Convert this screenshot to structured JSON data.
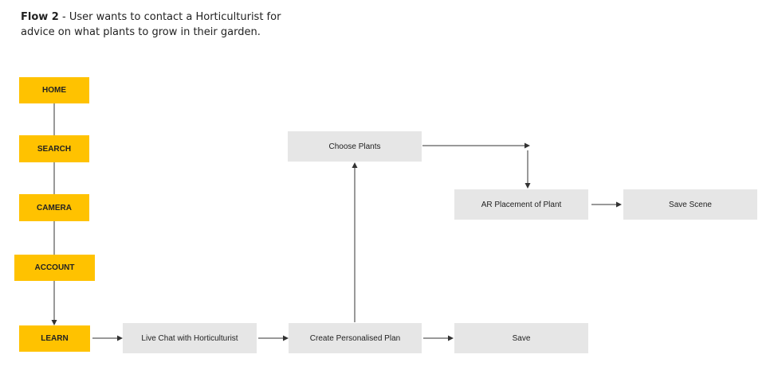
{
  "title": {
    "bold": "Flow 2",
    "rest": " - User wants to contact a Horticulturist for advice on what plants to grow in their garden."
  },
  "nav": {
    "home": "HOME",
    "search": "SEARCH",
    "camera": "CAMERA",
    "account": "ACCOUNT",
    "learn": "LEARN"
  },
  "steps": {
    "live_chat": "Live Chat with Horticulturist",
    "create_plan": "Create Personalised Plan",
    "save": "Save",
    "choose_plants": "Choose Plants",
    "ar_placement": "AR Placement of Plant",
    "save_scene": "Save Scene"
  },
  "colors": {
    "nav_fill": "#ffc200",
    "step_fill": "#e6e6e6",
    "connector": "#333333"
  }
}
